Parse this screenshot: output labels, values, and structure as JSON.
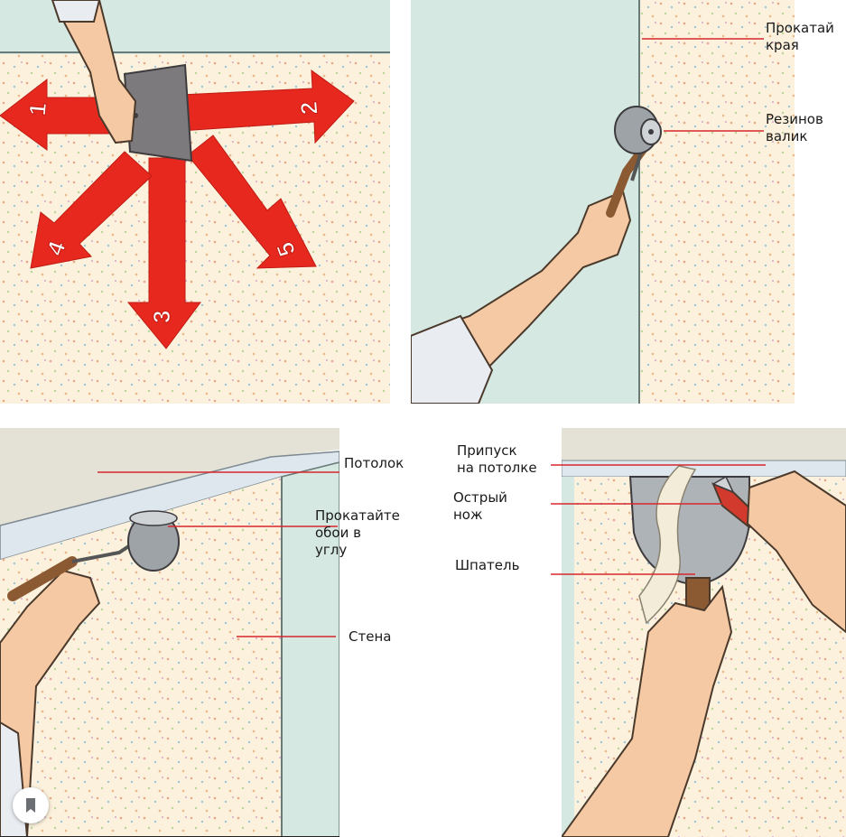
{
  "colors": {
    "wallpaper": "#fbf1dc",
    "wall": "#d5e8e1",
    "ceiling": "#e4e1d6",
    "arrow": "#e6281e",
    "skin": "#f5c9a4",
    "sleeve": "#e9edf1",
    "label_line": "#d8262d"
  },
  "panel1": {
    "arrows": [
      {
        "number": "1",
        "direction": "left"
      },
      {
        "number": "2",
        "direction": "right"
      },
      {
        "number": "3",
        "direction": "down"
      },
      {
        "number": "4",
        "direction": "down-left"
      },
      {
        "number": "5",
        "direction": "down-right"
      }
    ],
    "icons": [
      "hand-icon",
      "spatula-icon"
    ]
  },
  "panel2": {
    "labels": {
      "edges": "Прокатай\nкрая",
      "roller": "Резинов\nвалик"
    },
    "icons": [
      "roller-icon",
      "hand-icon"
    ]
  },
  "panel3": {
    "labels": {
      "ceiling": "Потолок",
      "corner": "Прокатайте\nобои в\nуглу",
      "wall": "Стена"
    },
    "icons": [
      "roller-icon",
      "hand-icon"
    ]
  },
  "panel4": {
    "labels": {
      "allowance": "Припуск\nна потолке",
      "knife": "Острый\nнож",
      "spatula": "Шпатель"
    },
    "icons": [
      "knife-icon",
      "spatula-icon",
      "hand-icon"
    ]
  },
  "bookmark_icon": "bookmark-icon"
}
